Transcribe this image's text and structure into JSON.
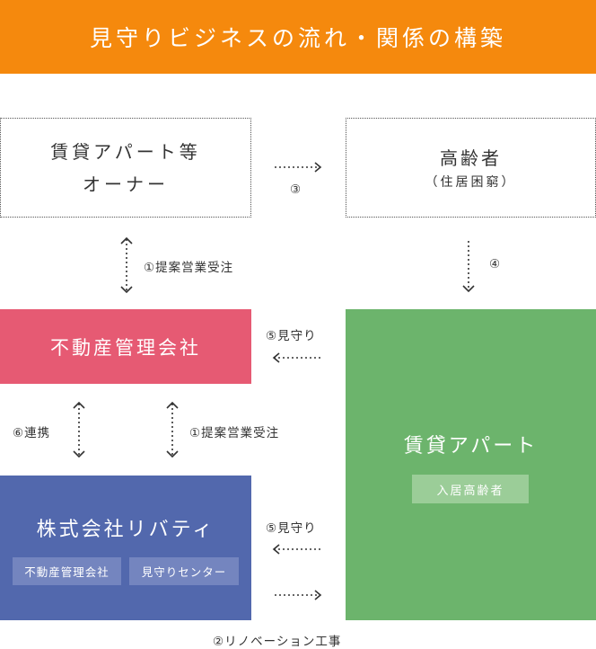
{
  "header": {
    "title": "見守りビジネスの流れ・関係の構築"
  },
  "nodes": {
    "owner": {
      "line1": "賃貸アパート等",
      "line2": "オーナー"
    },
    "elderly": {
      "line1": "高齢者",
      "line2": "（住居困窮）"
    },
    "management": {
      "title": "不動産管理会社"
    },
    "apartment": {
      "title": "賃貸アパート",
      "badge": "入居高齢者"
    },
    "liberty": {
      "title": "株式会社リバティ",
      "badges": [
        "不動産管理会社",
        "見守りセンター"
      ]
    }
  },
  "labels": {
    "owner_mgmt": "①提案営業受注",
    "mgmt_liberty": "①提案営業受注",
    "renovation": "②リノベーション工事",
    "owner_elderly": "③",
    "elderly_apartment": "④",
    "watch_mgmt": "⑤見守り",
    "watch_liberty": "⑤見守り",
    "cooperation": "⑥連携"
  },
  "colors": {
    "title_bar": "#f5890d",
    "management": "#e65a73",
    "apartment": "#6cb46c",
    "liberty": "#5268ad"
  }
}
